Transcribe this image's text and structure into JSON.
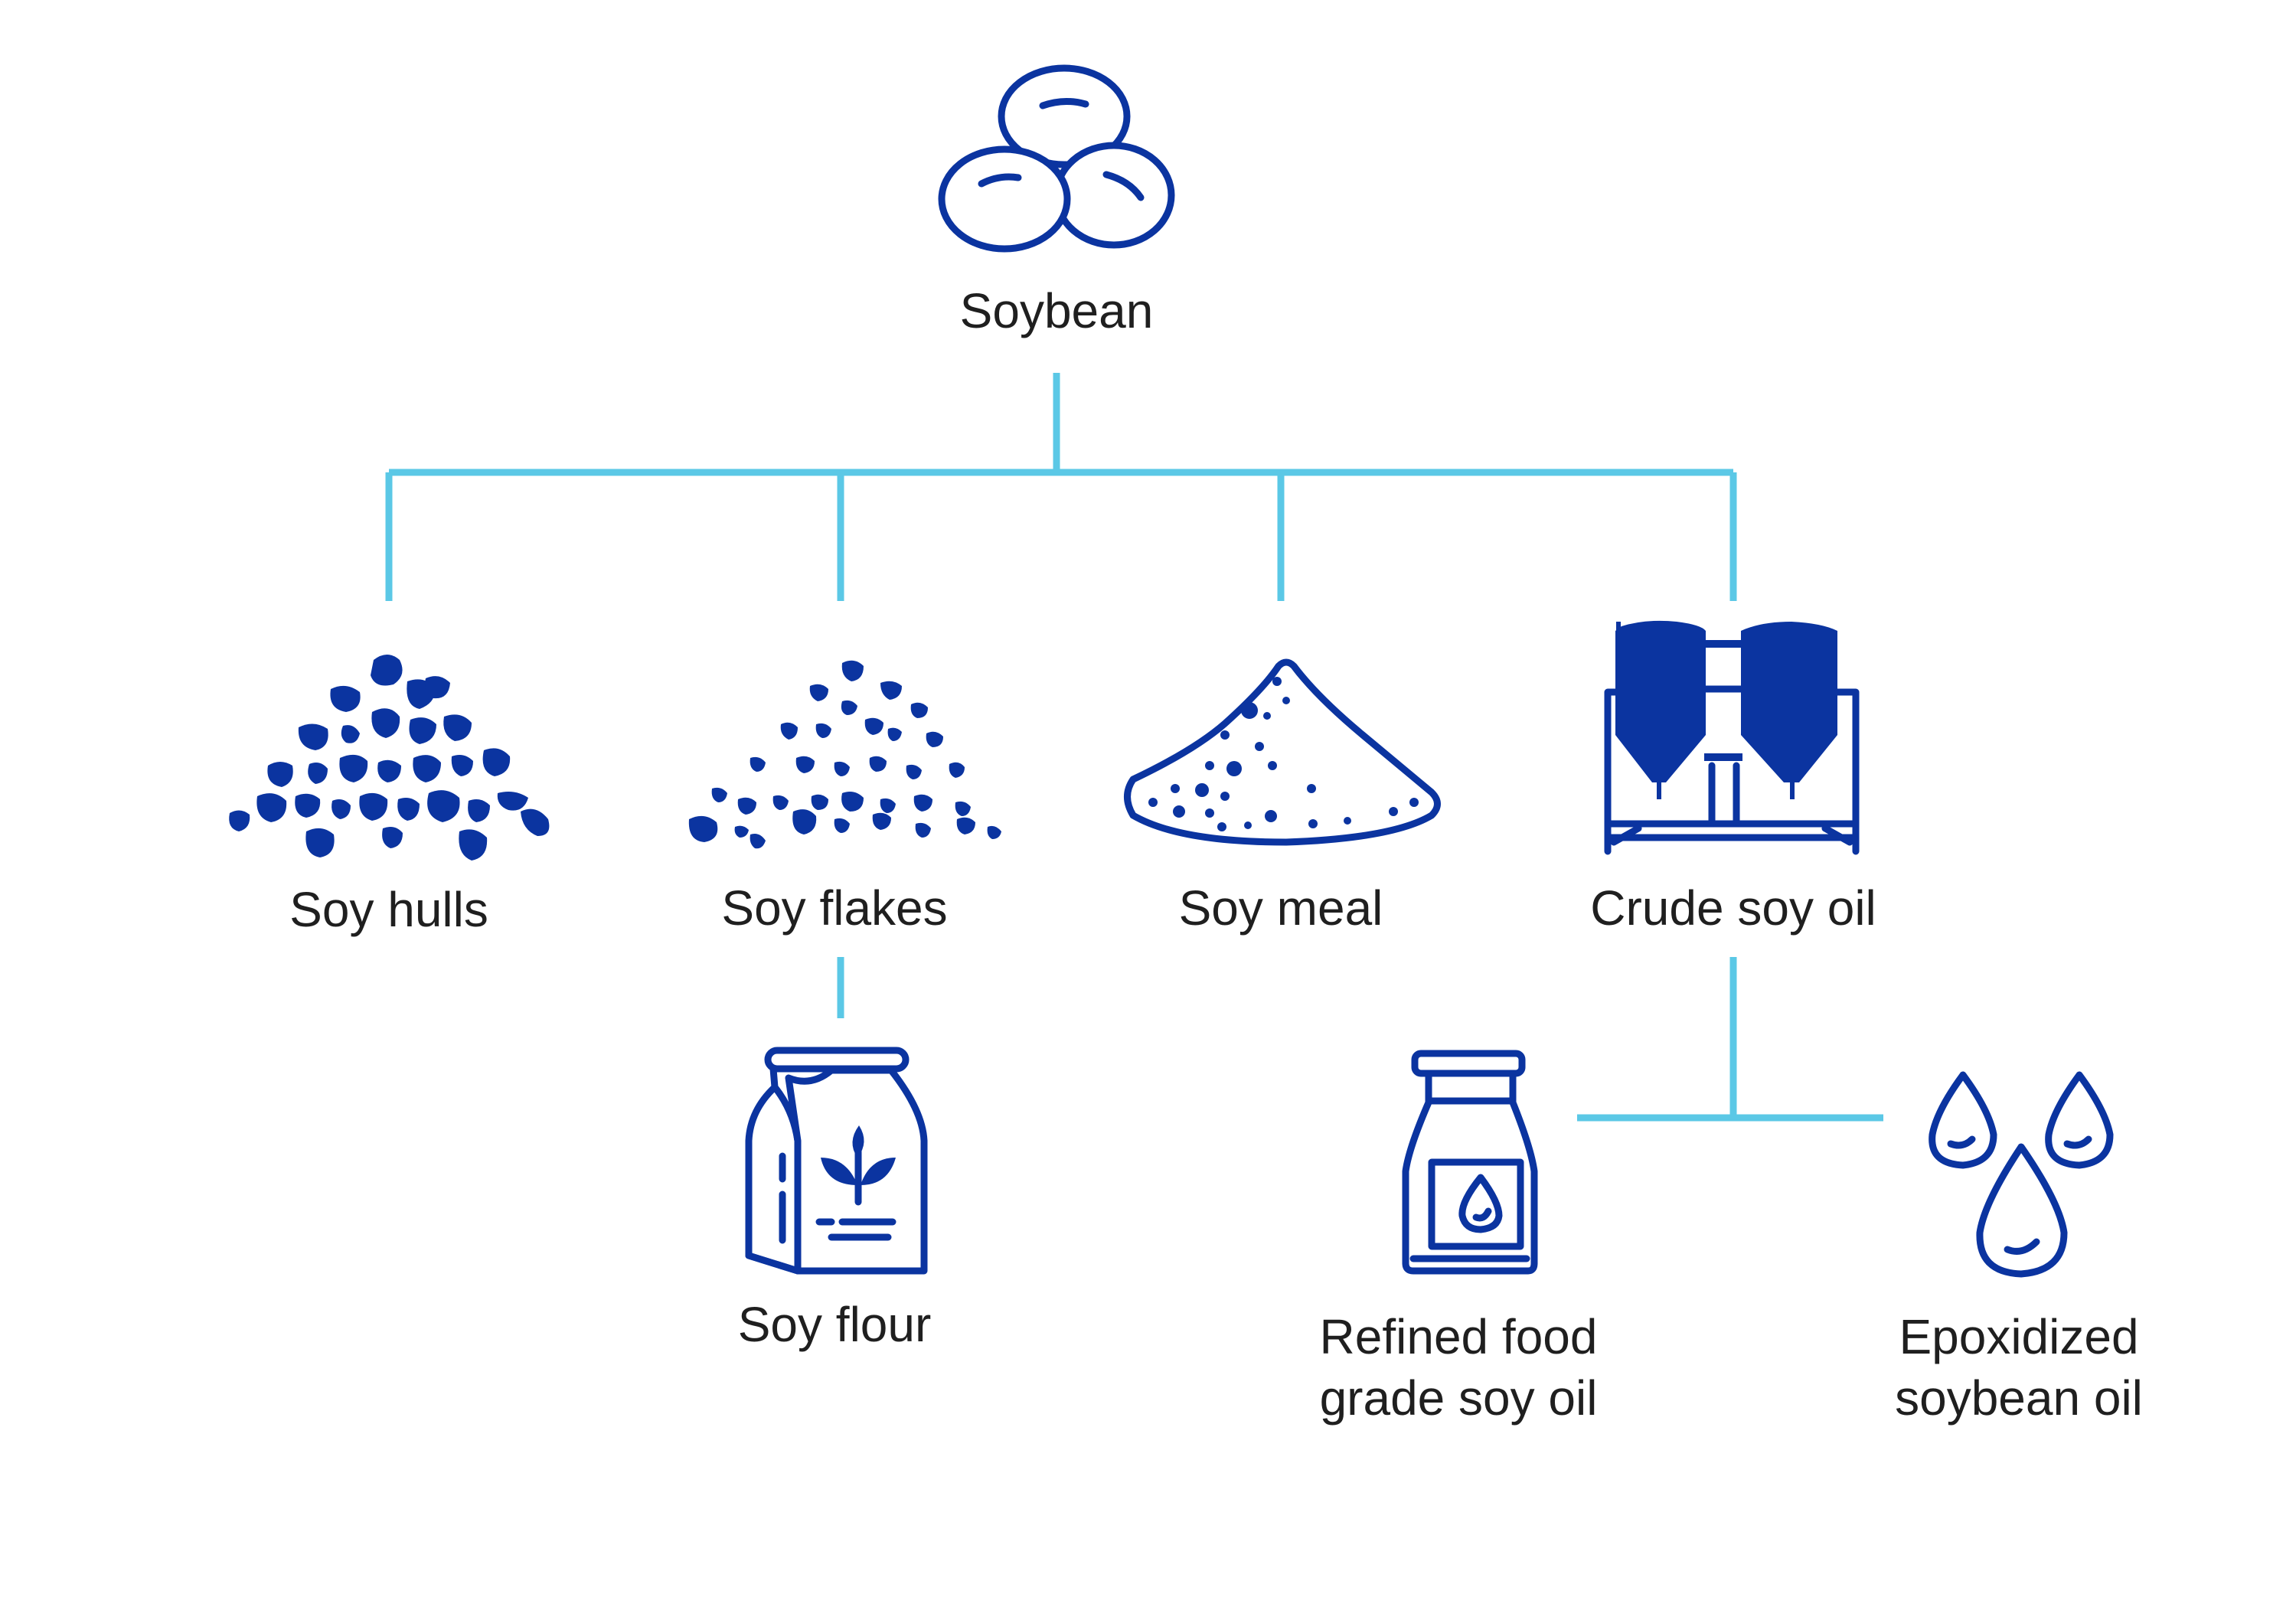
{
  "colors": {
    "icon": "#0b34a0",
    "connector": "#5bc8e6",
    "text": "#1f1f1f",
    "background": "#ffffff"
  },
  "nodes": {
    "soybean": {
      "label": "Soybean",
      "icon": "soybeans-icon"
    },
    "soy_hulls": {
      "label": "Soy hulls",
      "icon": "hulls-pile-icon"
    },
    "soy_flakes": {
      "label": "Soy flakes",
      "icon": "flakes-pile-icon"
    },
    "soy_meal": {
      "label": "Soy meal",
      "icon": "meal-pile-icon"
    },
    "crude_soy_oil": {
      "label": "Crude soy oil",
      "icon": "oil-tanks-icon"
    },
    "soy_flour": {
      "label": "Soy flour",
      "icon": "flour-bag-icon"
    },
    "refined_oil": {
      "line1": "Refined food",
      "line2": "grade soy oil",
      "icon": "oil-bottle-icon"
    },
    "epoxidized_oil": {
      "line1": "Epoxidized",
      "line2": "soybean oil",
      "icon": "oil-drops-icon"
    }
  },
  "edges": [
    {
      "from": "Soybean",
      "to": "Soy hulls"
    },
    {
      "from": "Soybean",
      "to": "Soy flakes"
    },
    {
      "from": "Soybean",
      "to": "Soy meal"
    },
    {
      "from": "Soybean",
      "to": "Crude soy oil"
    },
    {
      "from": "Soy flakes",
      "to": "Soy flour"
    },
    {
      "from": "Crude soy oil",
      "to": "Refined food grade soy oil"
    },
    {
      "from": "Crude soy oil",
      "to": "Epoxidized soybean oil"
    }
  ]
}
